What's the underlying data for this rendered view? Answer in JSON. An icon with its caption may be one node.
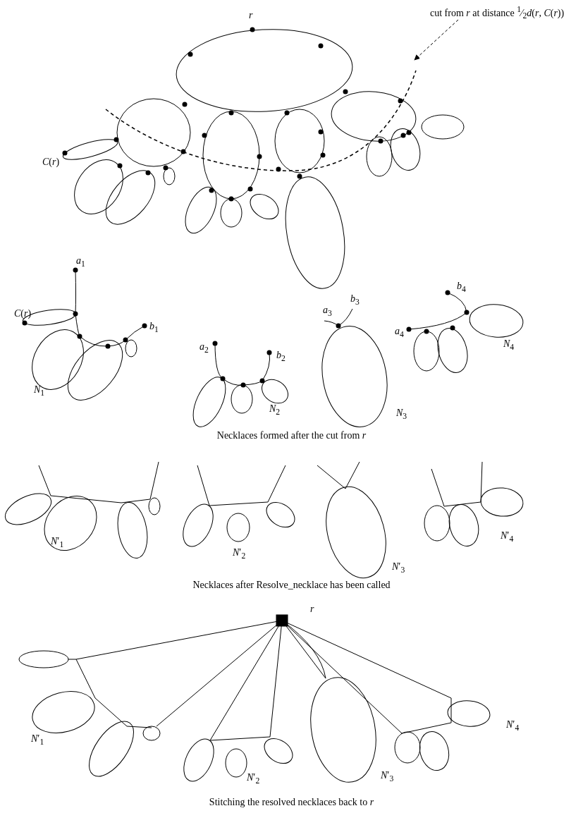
{
  "diagram": {
    "labels": [
      "cut from *r* at distance $^{1}$⁄$_{2}$*d*(*r*, *C*(*r*))",
      "r",
      "*C*(*r*)",
      "*a*$_{1}$",
      "*C*(*r*)",
      "*b*$_{1}$",
      "*a*$_{2}$",
      "*b*$_{2}$",
      "*a*$_{3}$",
      "*b*$_{3}$",
      "*b*$_{4}$",
      "*a*$_{4}$",
      "*N*$_{4}$",
      "*N*$_{1}$",
      "*N*$_{2}$",
      "*N*$_{3}$",
      "Necklaces formed after the cut from *r*",
      "*N*′$_{1}$",
      "*N*′$_{2}$",
      "*N*′$_{4}$",
      "*N*′$_{3}$",
      "Necklaces after Resolve_necklace has been called",
      "r",
      "*N*′$_{4}$",
      "*N*′$_{1}$",
      "*N*′$_{2}$",
      "*N*′$_{3}$",
      "Stitching the resolved necklaces back to *r*"
    ]
  }
}
